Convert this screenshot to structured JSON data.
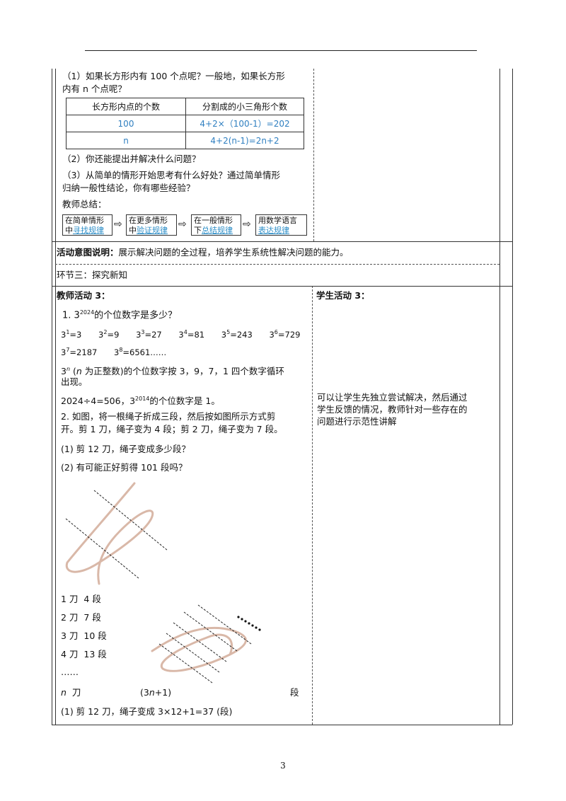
{
  "q1": {
    "text_line1": "（1）如果长方形内有 100 个点呢？一般地，如果长方形",
    "text_line2": "内有 n 个点呢？"
  },
  "inner_table": {
    "headers": [
      "长方形内点的个数",
      "分割成的小三角形个数"
    ],
    "rows": [
      [
        "100",
        "4+2×（100-1）=202"
      ],
      [
        "n",
        "4+2(n-1)=2n+2"
      ]
    ]
  },
  "q2": "（2）你还能提出并解决什么问题？",
  "q3": {
    "line1": "（3）从简单的情形开始思考有什么好处？通过简单情形",
    "line2": "归纳一般性结论，你有哪些经验？"
  },
  "teacher_summary_label": "教师总结：",
  "flow": [
    {
      "top": "在简单情形",
      "pre": "中",
      "blue": "寻找规律"
    },
    {
      "top": "在更多情形",
      "pre": "中",
      "blue": "验证规律"
    },
    {
      "top": "在一般情形",
      "pre": "下",
      "blue": "总结规律"
    },
    {
      "top": "用数学语言",
      "pre": "",
      "blue": "表达规律"
    }
  ],
  "intent": {
    "label": "活动意图说明：",
    "text": "展示解决问题的全过程，培养学生系统性解决问题的能力。"
  },
  "section3": "环节三：探究新知",
  "teacher_activity_label": "教师活动 3：",
  "student_activity_label": "学生活动 3：",
  "p1": {
    "prefix": "1. 3",
    "sup": "2024",
    "suffix": "的个位数字是多少？"
  },
  "powers_row1": [
    {
      "base": "3",
      "exp": "1",
      "val": "=3"
    },
    {
      "base": "3",
      "exp": "2",
      "val": "=9"
    },
    {
      "base": "3",
      "exp": "3",
      "val": "=27"
    },
    {
      "base": "3",
      "exp": "4",
      "val": "=81"
    },
    {
      "base": "3",
      "exp": "5",
      "val": "=243"
    },
    {
      "base": "3",
      "exp": "6",
      "val": "=729"
    }
  ],
  "powers_row2": [
    {
      "base": "3",
      "exp": "7",
      "val": "=2187"
    },
    {
      "base": "3",
      "exp": "8",
      "val": "=6561……"
    }
  ],
  "cycle": {
    "line1a": "3",
    "line1b": "n",
    "line1c": " (",
    "line1d": "n",
    "line1e": " 为正整数)的个位数字按 3，9，7，1 四个数字循环",
    "line2": "出现。"
  },
  "div_line": {
    "a": "2024÷4=506，3",
    "sup": "2014",
    "b": "的个位数字是  1。"
  },
  "p2": {
    "line1": "2. 如图，将一根绳子折成三段，然后按如图所示方式剪",
    "line2": "开。剪 1 刀，绳子变为 4 段；剪 2 刀，绳子变为 7 段。",
    "sub1": "(1)  剪 12 刀，绳子变成多少段？",
    "sub2": "(2)  有可能正好剪得 101 段吗？"
  },
  "cuts": [
    {
      "n": "1 刀",
      "seg": "4  段"
    },
    {
      "n": "2 刀",
      "seg": "7  段"
    },
    {
      "n": "3 刀",
      "seg": "10  段"
    },
    {
      "n": "4 刀",
      "seg": "13  段"
    }
  ],
  "ellipsis": "……",
  "general": {
    "n": "n",
    "dao": "刀",
    "expr_a": "(3",
    "expr_n": "n",
    "expr_b": "+1)",
    "duan": "段"
  },
  "answer1": "(1)  剪 12 刀，绳子变成 3×12+1=37 (段)",
  "student_text": {
    "line1": "可以让学生先独立尝试解决，然后通过",
    "line2": "学生反馈的情况，教师针对一些存在的",
    "line3": "问题进行示范性讲解"
  },
  "page_number": "3",
  "colors": {
    "blue": "#2f7fc0",
    "rope": "#d9b8a8"
  }
}
